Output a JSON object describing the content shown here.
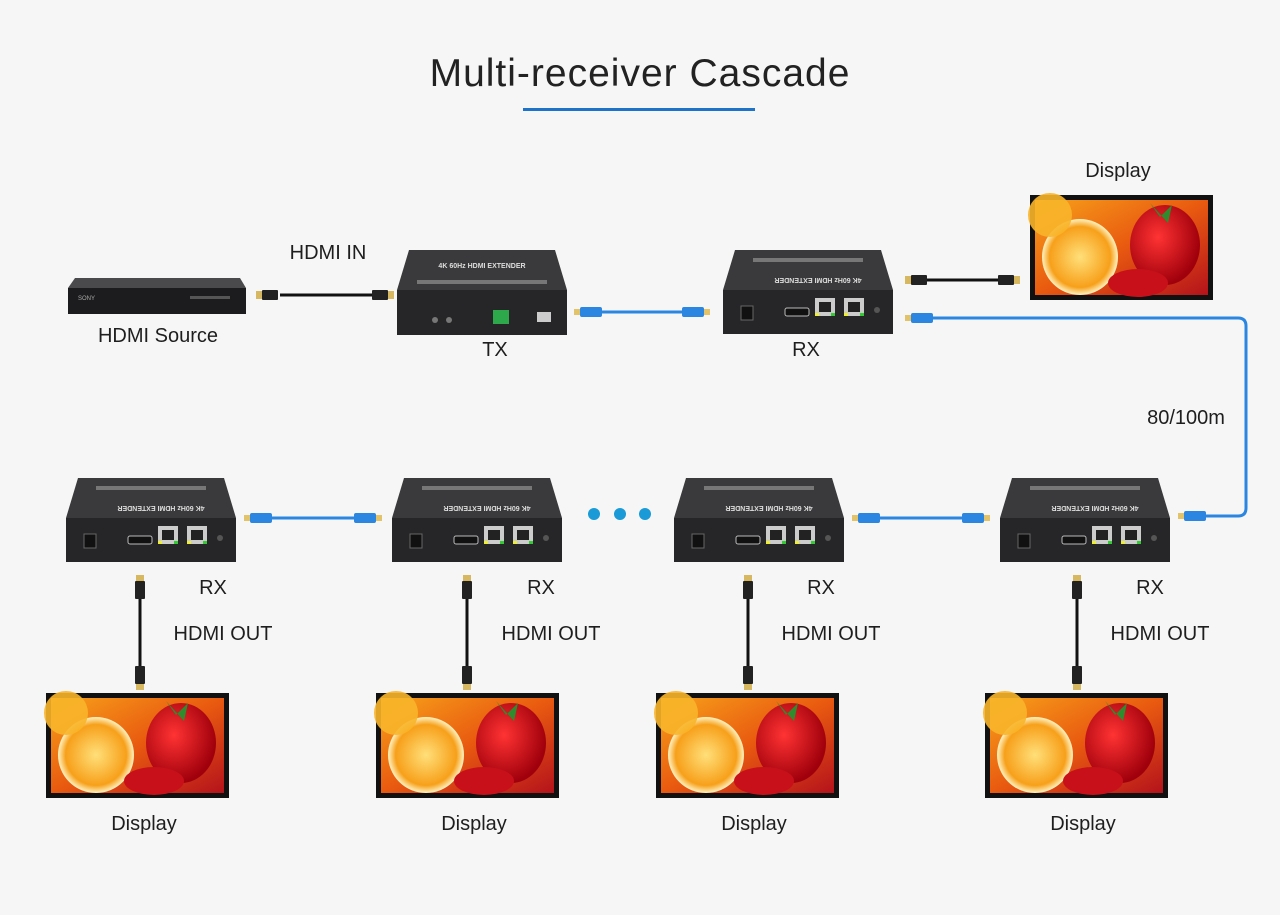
{
  "title": "Multi-receiver Cascade",
  "colors": {
    "accent": "#1e73c8",
    "cable_blue": "#2a86e0",
    "dots": "#1a9ad6",
    "device": "#2b2b2d"
  },
  "top_row": {
    "source_label": "HDMI Source",
    "hdmi_in_label": "HDMI IN",
    "tx_label": "TX",
    "rx_label": "RX",
    "display_label": "Display"
  },
  "distance_label": "80/100m",
  "bottom_row": [
    {
      "rx_label": "RX",
      "hdmi_out_label": "HDMI OUT",
      "display_label": "Display"
    },
    {
      "rx_label": "RX",
      "hdmi_out_label": "HDMI OUT",
      "display_label": "Display"
    },
    {
      "rx_label": "RX",
      "hdmi_out_label": "HDMI OUT",
      "display_label": "Display"
    },
    {
      "rx_label": "RX",
      "hdmi_out_label": "HDMI OUT",
      "display_label": "Display"
    }
  ],
  "device_print": "4K 60Hz HDMI EXTENDER",
  "source_brand": "SONY",
  "icons": [
    "blu-ray-player",
    "hdmi-cable",
    "ethernet-cable",
    "transmitter",
    "receiver",
    "display",
    "ellipsis-dots"
  ]
}
